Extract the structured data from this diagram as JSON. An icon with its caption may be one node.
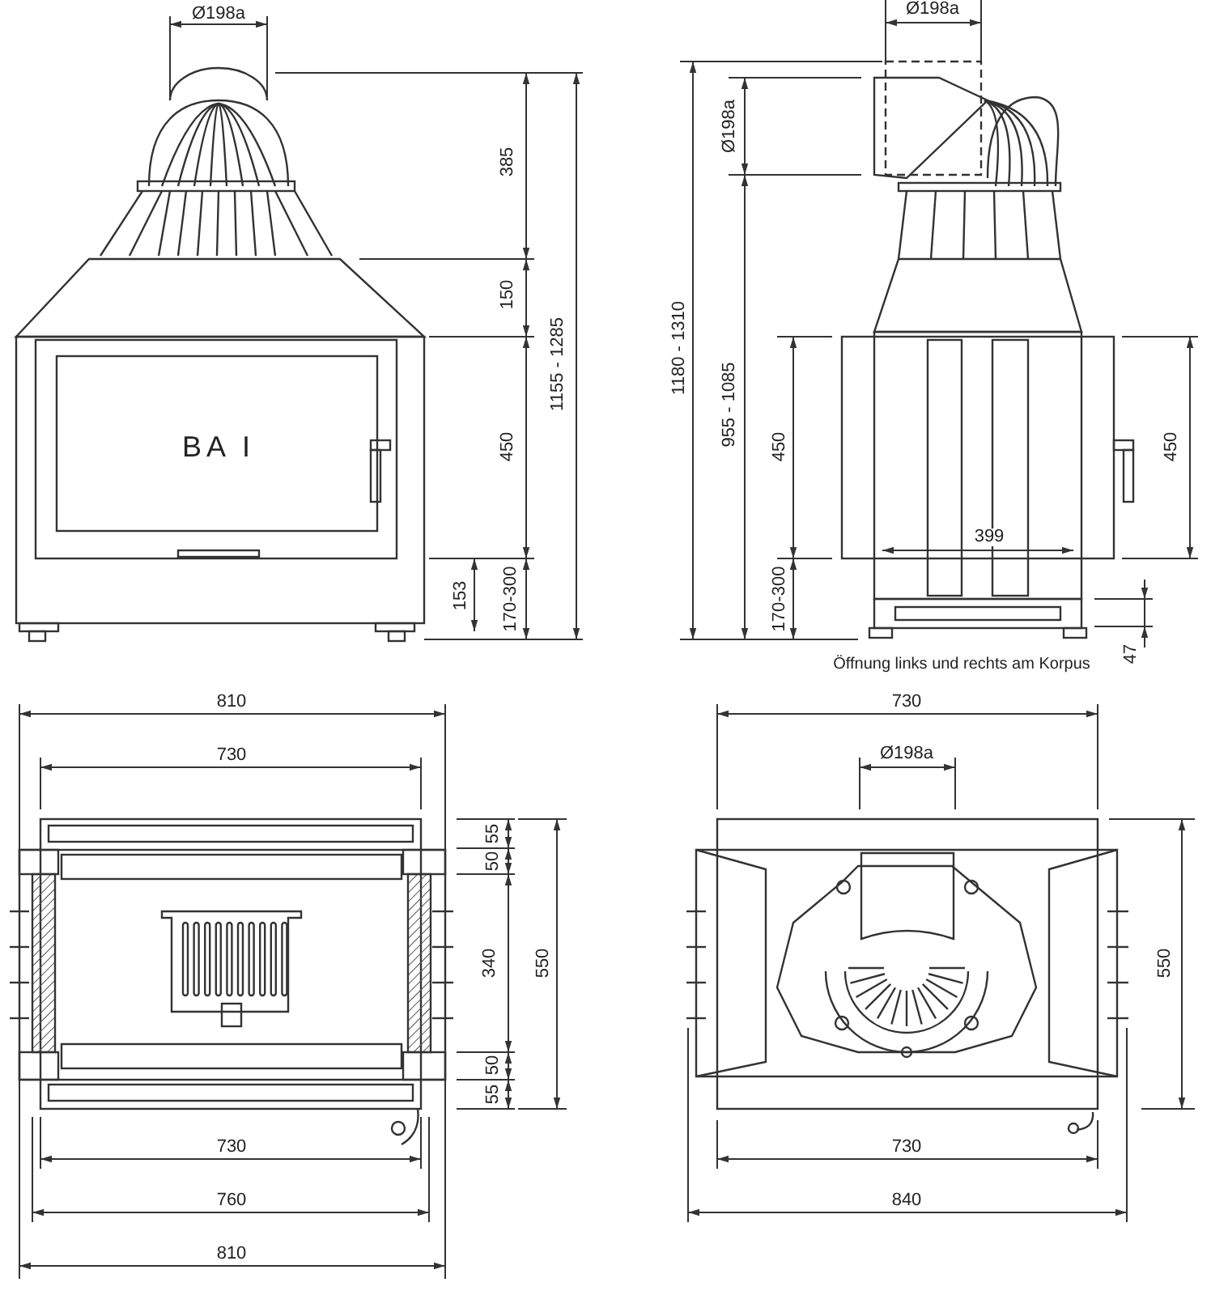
{
  "diagram": {
    "labels": [
      "Ø198a",
      "385",
      "150",
      "1155 - 1285",
      "BA I",
      "450",
      "153",
      "170-300",
      "Ø198a",
      "1180 - 1310",
      "Ø198a",
      "955 - 1085",
      "450",
      "450",
      "399",
      "170-300",
      "47",
      "Öffnung links und rechts am Korpus",
      "810",
      "730",
      "55",
      "50",
      "340",
      "550",
      "50",
      "55",
      "730",
      "760",
      "810",
      "730",
      "Ø198a",
      "550",
      "730",
      "840"
    ]
  }
}
